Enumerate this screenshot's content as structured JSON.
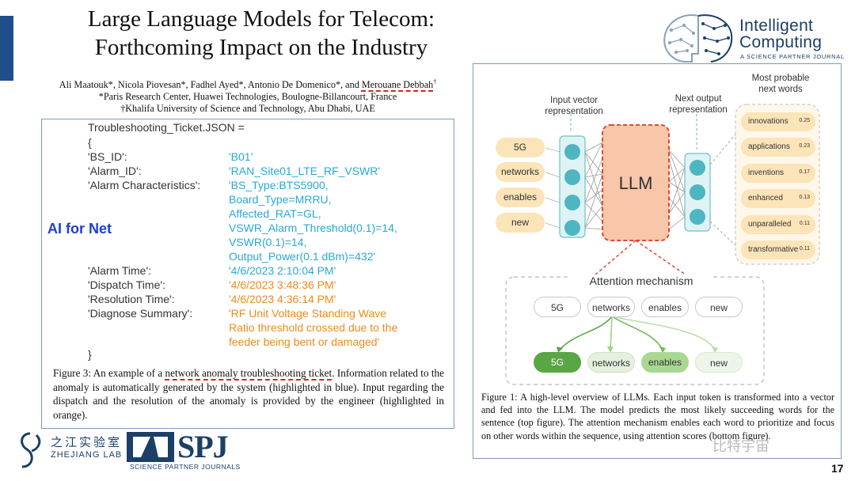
{
  "slide": {
    "title_line1": "Large Language Models for Telecom:",
    "title_line2": "Forthcoming Impact on the Industry",
    "authors_line1_a": "Ali Maatouk*, Nicola Piovesan*, Fadhel Ayed*, Antonio De Domenico*, and ",
    "authors_line1_b": "Merouane Debbah",
    "authors_line1_c": "†",
    "authors_line2": "*Paris Research Center, Huawei Technologies, Boulogne-Billancourt, France",
    "authors_line3": "†Khalifa University of Science and Technology, Abu Dhabi, UAE",
    "page_number": "17",
    "watermark": "比特宇宙",
    "accent_color": "#1f4e8c"
  },
  "logos": {
    "journal_word1": "Intelligent",
    "journal_word2": "Computing",
    "journal_sub": "A SCIENCE PARTNER JOURNAL",
    "zj_cn": "之江实验室",
    "zj_en": "ZHEJIANG LAB",
    "spj": "SPJ",
    "spj_sub": "SCIENCE PARTNER JOURNALS"
  },
  "figure3": {
    "side_label": "AI for Net",
    "lines": {
      "header": "Troubleshooting_Ticket.JSON =",
      "open": "{",
      "close": "}",
      "bs_key": "'BS_ID':",
      "bs_val": "'B01'",
      "alarm_key": "'Alarm_ID':",
      "alarm_val": "'RAN_Site01_LTE_RF_VSWR'",
      "char_key": "'Alarm Characteristics':",
      "char_val1": "'BS_Type:BTS5900,",
      "char_val2": "Board_Type=MRRU,",
      "char_val3": "Affected_RAT=GL,",
      "char_val4": "VSWR_Alarm_Threshold(0.1)=14,",
      "char_val5": "VSWR(0.1)=14,",
      "char_val6": "Output_Power(0.1 dBm)=432'",
      "atime_key": "'Alarm Time':",
      "atime_val": "'4/6/2023 2:10:04 PM'",
      "dtime_key": "'Dispatch Time':",
      "dtime_val": "'4/6/2023 3:48:36 PM'",
      "rtime_key": "'Resolution Time':",
      "rtime_val": "'4/6/2023 4:36:14 PM'",
      "diag_key": "'Diagnose Summary':",
      "diag_val1": "'RF Unit Voltage Standing Wave",
      "diag_val2": "Ratio threshold crossed due to the",
      "diag_val3": "feeder being bent or damaged'"
    },
    "caption_a": "Figure 3: An example of a ",
    "caption_b": "network anomaly troubleshooting ticket",
    "caption_c": ". Information related to the anomaly is automatically generated by the system (highlighted in blue). Input regarding the dispatch and the resolution of the anomaly is provided by the engineer (highlighted in orange).",
    "value_color_system": "#29a8d6",
    "value_color_engineer": "#f08a1c"
  },
  "figure1": {
    "input_label": "Input vector representation",
    "output_label": "Next output representation",
    "words_label": "Most probable next words",
    "llm_label": "LLM",
    "input_tokens": [
      "5G",
      "networks",
      "enables",
      "new"
    ],
    "next_words": [
      {
        "word": "innovations",
        "prob": "0.25"
      },
      {
        "word": "applications",
        "prob": "0.23"
      },
      {
        "word": "inventions",
        "prob": "0.17"
      },
      {
        "word": "enhanced",
        "prob": "0.13"
      },
      {
        "word": "unparalleled",
        "prob": "0.11"
      },
      {
        "word": "transformative",
        "prob": "0.11"
      }
    ],
    "attention_label": "Attention mechanism",
    "attention_top": [
      "5G",
      "networks",
      "enables",
      "new"
    ],
    "attention_bottom": [
      "5G",
      "networks",
      "enables",
      "new"
    ],
    "caption": "Figure 1: A high-level overview of LLMs. Each input token is transformed into a vector and fed into the LLM. The model predicts the most likely succeeding words for the sentence (top figure). The attention mechanism enables each word to prioritize and focus on other words within the sequence, using attention scores (bottom figure)."
  }
}
